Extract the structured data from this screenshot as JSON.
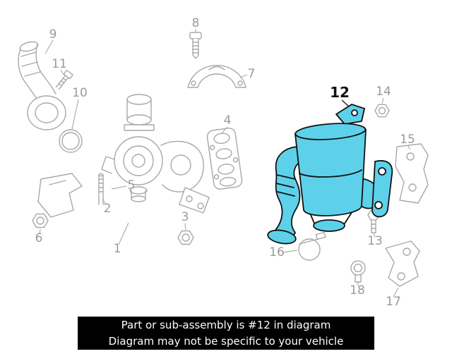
{
  "diagram": {
    "highlight": {
      "part_number": "12",
      "color": "#5ed1ea"
    },
    "line_color": "#a8a8a8",
    "callout_color": "#9a9a9a",
    "callouts": {
      "n1": "1",
      "n2": "2",
      "n3": "3",
      "n4": "4",
      "n5": "5",
      "n6": "6",
      "n7": "7",
      "n8": "8",
      "n9": "9",
      "n10": "10",
      "n11": "11",
      "n12": "12",
      "n13": "13",
      "n14": "14",
      "n15": "15",
      "n16": "16",
      "n17": "17",
      "n18": "18"
    }
  },
  "banner": {
    "line1": "Part or sub-assembly is #12 in diagram",
    "line2": "Diagram may not be specific to your vehicle",
    "background_color": "#000000",
    "text_color": "#ffffff"
  }
}
